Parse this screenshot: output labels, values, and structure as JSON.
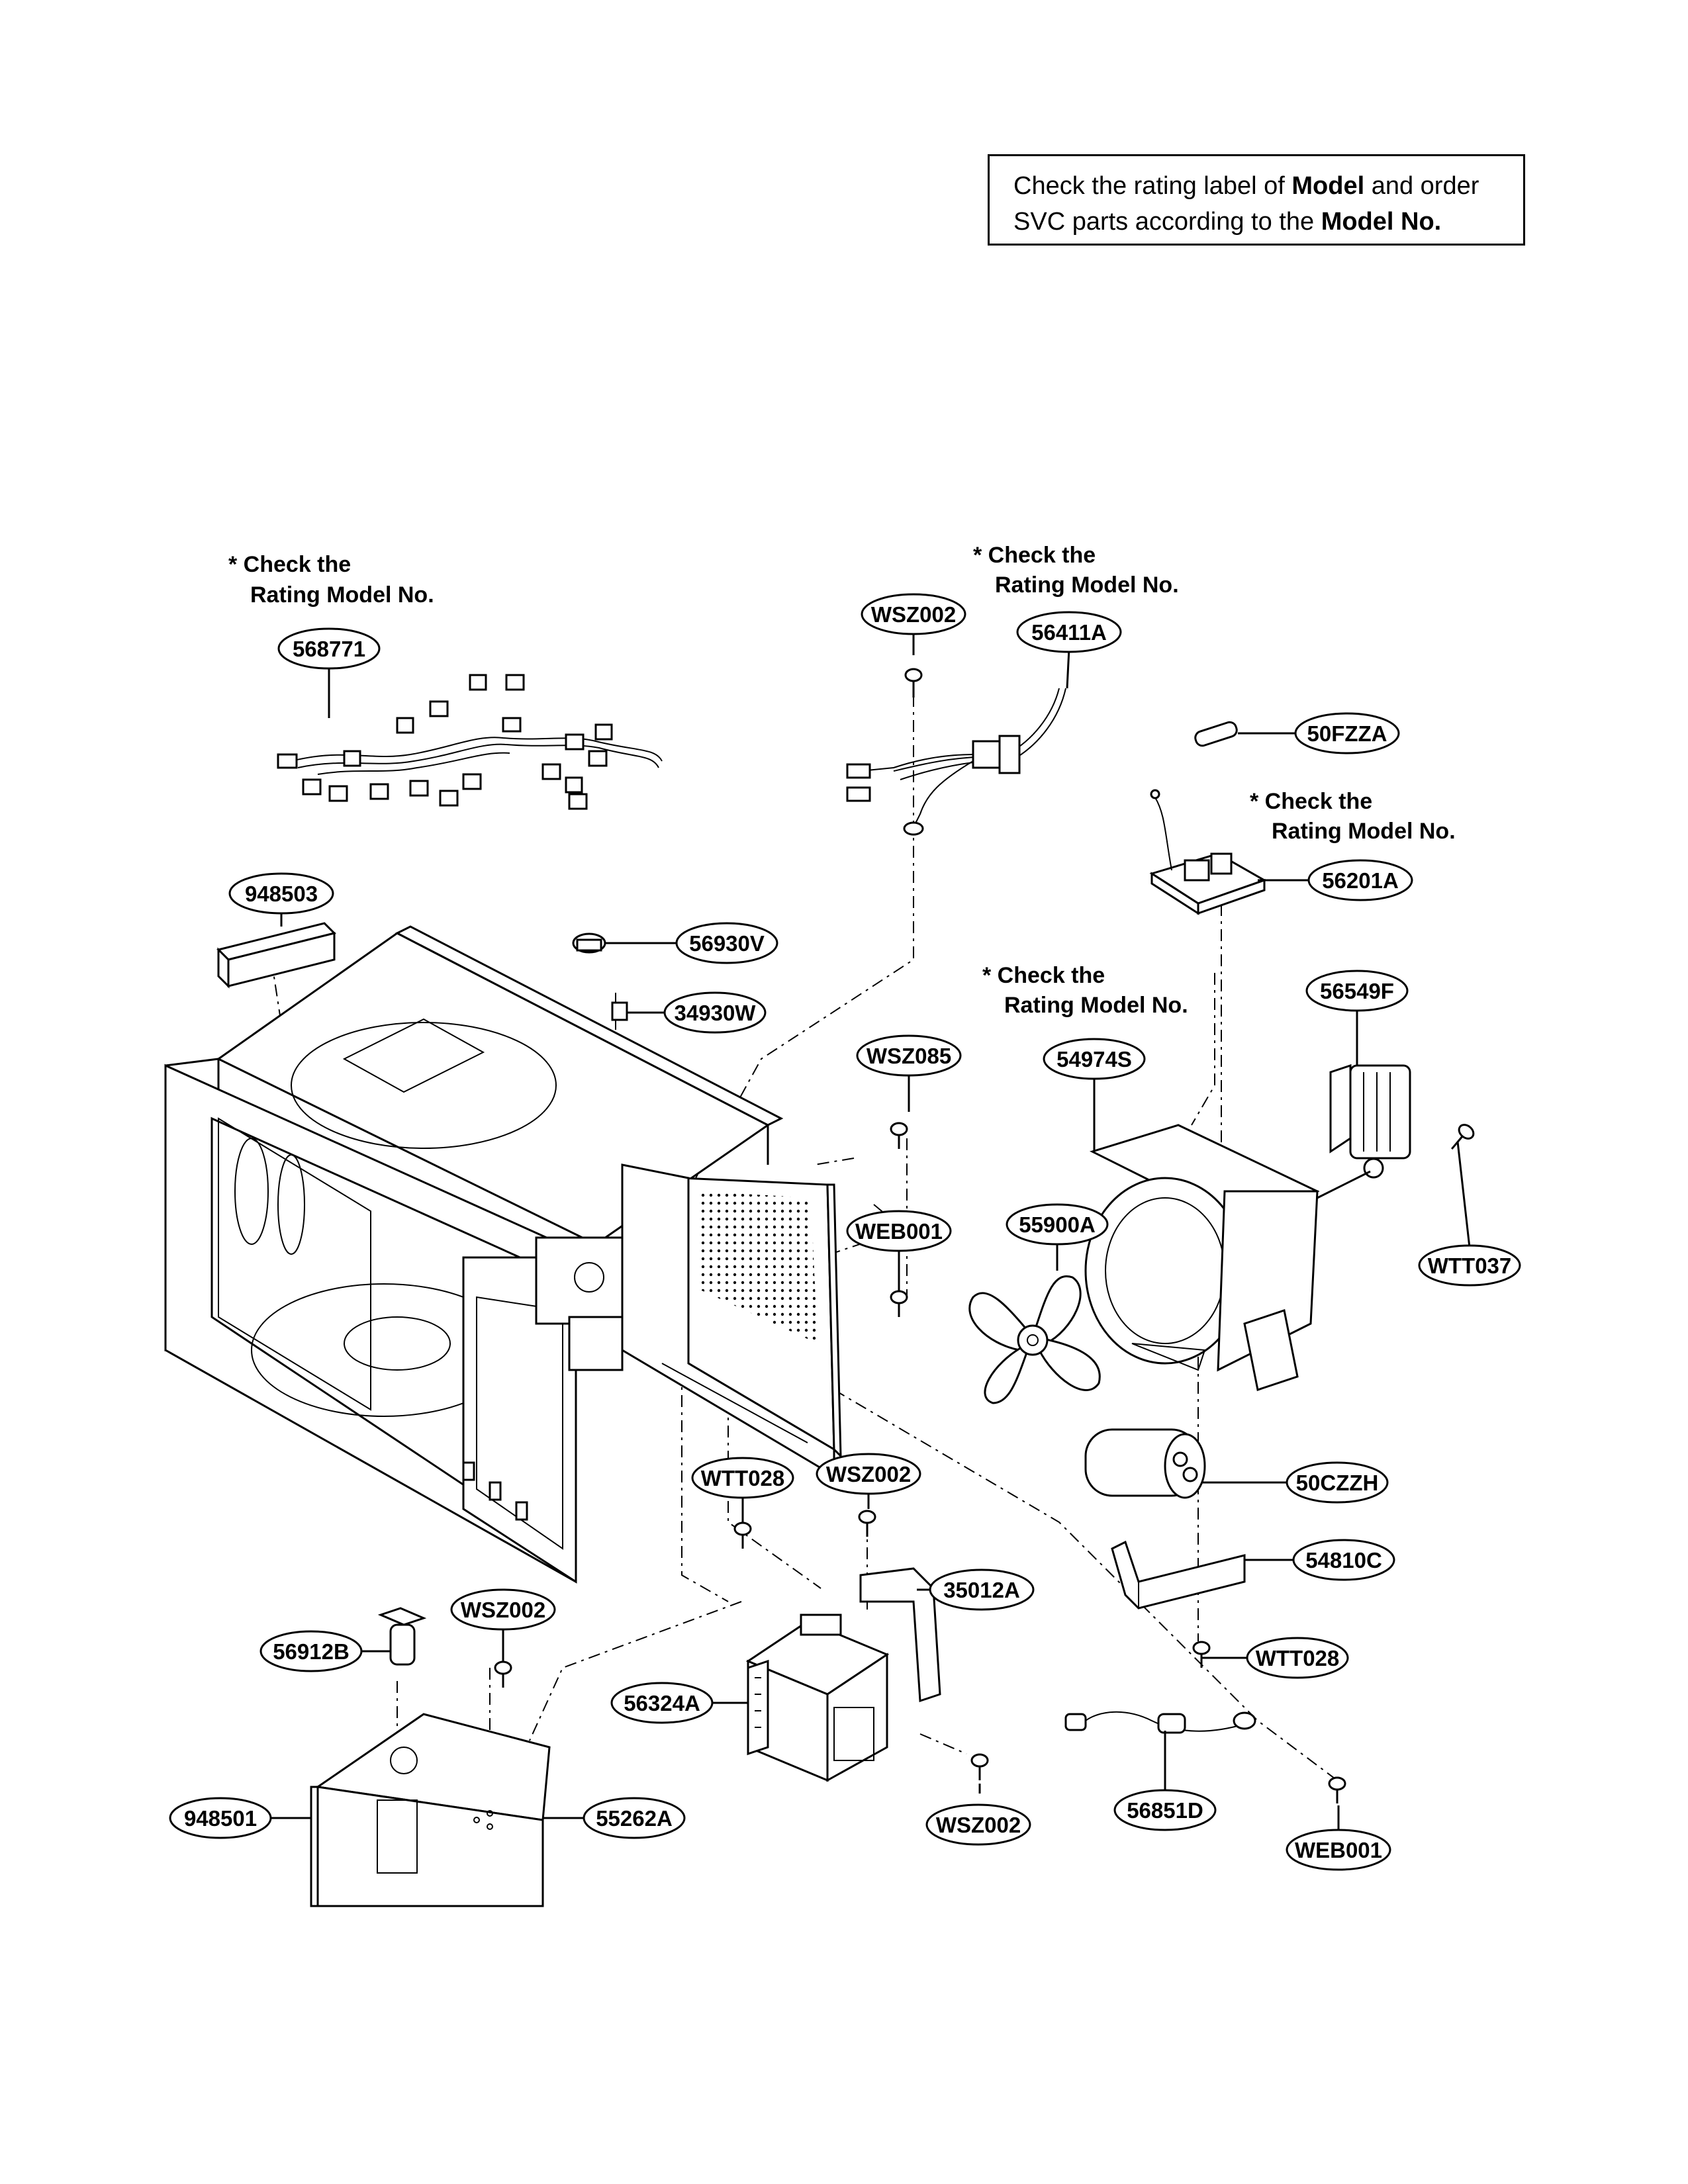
{
  "notice": {
    "line1_pre": "Check the rating label of ",
    "line1_bold": "Model",
    "line1_post": " and order",
    "line2_pre": "SVC parts according to the ",
    "line2_bold": "Model No."
  },
  "notes": {
    "harness": [
      "* Check the",
      "Rating Model No."
    ],
    "cord": [
      "* Check the",
      "Rating Model No."
    ],
    "noise_filter": [
      "* Check the",
      "Rating Model No."
    ],
    "duct": [
      "* Check the",
      "Rating Model No."
    ]
  },
  "parts": {
    "p568771": "568771",
    "p56411A": "56411A",
    "pWSZ002_top": "WSZ002",
    "p50FZZA": "50FZZA",
    "p56201A": "56201A",
    "p948503": "948503",
    "p56930V": "56930V",
    "p34930W": "34930W",
    "pWSZ085": "WSZ085",
    "p54974S": "54974S",
    "p56549F": "56549F",
    "pWEB001_mid": "WEB001",
    "p55900A": "55900A",
    "pWTT037": "WTT037",
    "p50CZZH": "50CZZH",
    "pWTT028_left": "WTT028",
    "pWSZ002_mid": "WSZ002",
    "p35012A": "35012A",
    "p54810C": "54810C",
    "pWTT028_right": "WTT028",
    "pWSZ002_left": "WSZ002",
    "p56912B": "56912B",
    "p56324A": "56324A",
    "p948501": "948501",
    "p55262A": "55262A",
    "pWSZ002_bottom": "WSZ002",
    "p56851D": "56851D",
    "pWEB001_bottom": "WEB001"
  }
}
